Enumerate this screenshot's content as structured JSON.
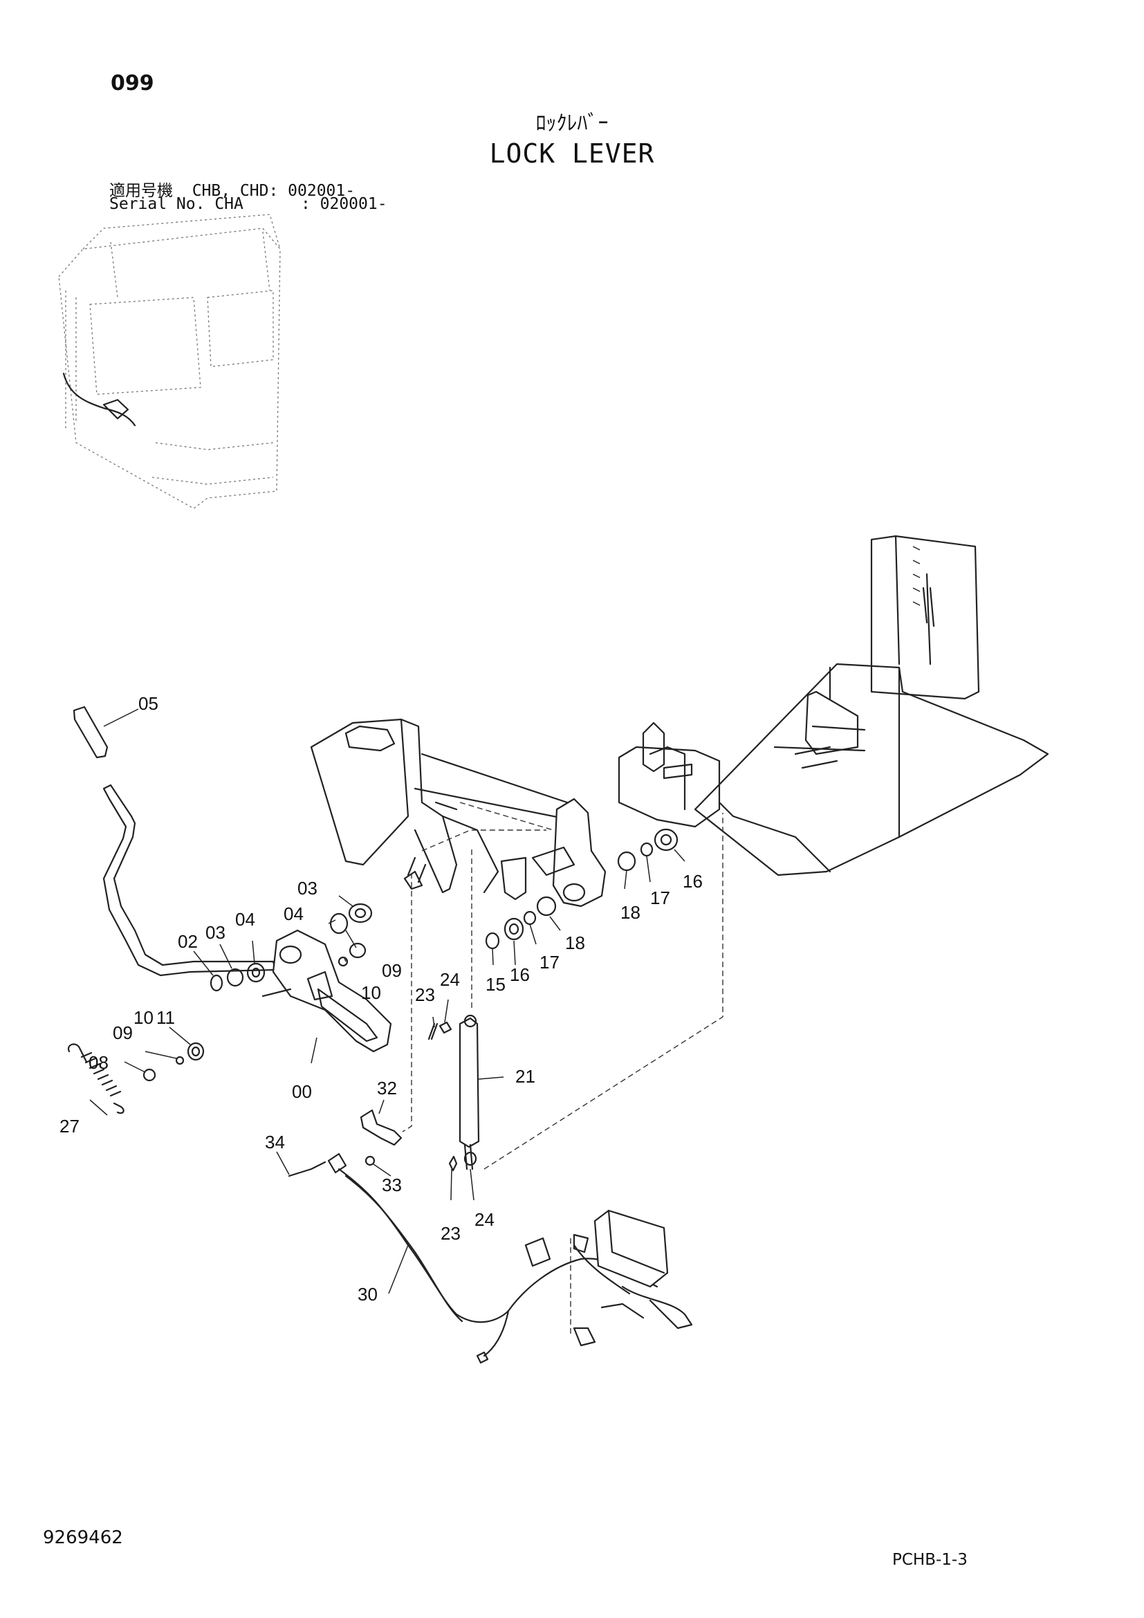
{
  "header": {
    "page_number": "099",
    "title_jp": "ﾛｯｸﾚﾊﾞｰ",
    "title_en": "LOCK LEVER",
    "serial_line_1": "適用号機  CHB, CHD: 002001-",
    "serial_line_2": "Serial No. CHA      : 020001-"
  },
  "footer": {
    "document_number": "9269462",
    "page_code": "PCHB-1-3"
  },
  "callouts": {
    "c00": "00",
    "c02": "02",
    "c03a": "03",
    "c03b": "03",
    "c04a": "04",
    "c04b": "04",
    "c05": "05",
    "c08": "08",
    "c09a": "09",
    "c09b": "09",
    "c10a": "10",
    "c10b": "10",
    "c11": "11",
    "c15": "15",
    "c16a": "16",
    "c16b": "16",
    "c17a": "17",
    "c17b": "17",
    "c18a": "18",
    "c18b": "18",
    "c21": "21",
    "c23a": "23",
    "c23b": "23",
    "c24a": "24",
    "c24b": "24",
    "c27": "27",
    "c30": "30",
    "c32": "32",
    "c33": "33",
    "c34": "34"
  }
}
